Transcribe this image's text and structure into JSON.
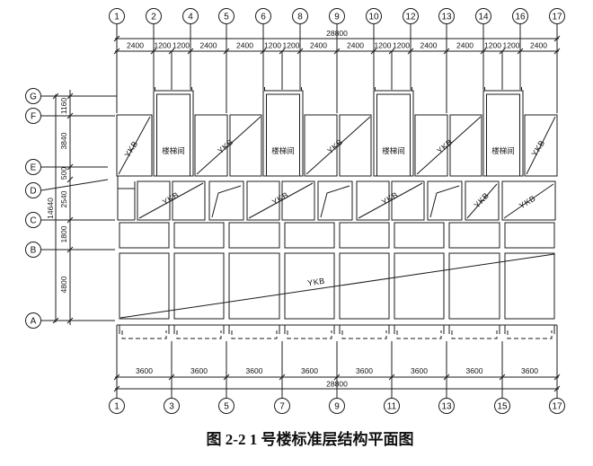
{
  "caption": "图 2-2 1 号楼标准层结构平面图",
  "axes": {
    "top": [
      "1",
      "2",
      "4",
      "5",
      "6",
      "8",
      "9",
      "10",
      "12",
      "13",
      "14",
      "16",
      "17"
    ],
    "bottom": [
      "1",
      "3",
      "5",
      "7",
      "9",
      "11",
      "13",
      "15",
      "17"
    ],
    "left": [
      "G",
      "F",
      "E",
      "D",
      "C",
      "B",
      "A"
    ]
  },
  "dims": {
    "top_total": "28800",
    "top_spans": [
      "2400",
      "1200",
      "1200",
      "2400",
      "2400",
      "1200",
      "1200",
      "2400",
      "2400",
      "1200",
      "1200",
      "2400",
      "2400",
      "1200",
      "1200",
      "2400"
    ],
    "bottom_total": "28800",
    "bottom_spans": [
      "3600",
      "3600",
      "3600",
      "3600",
      "3600",
      "3600",
      "3600",
      "3600"
    ],
    "left_total": "14640",
    "left_spans": [
      "1160",
      "3840",
      "500",
      "2540",
      "1800",
      "4800"
    ]
  },
  "labels": {
    "stairwell": "楼梯间",
    "slab": "YKB"
  }
}
